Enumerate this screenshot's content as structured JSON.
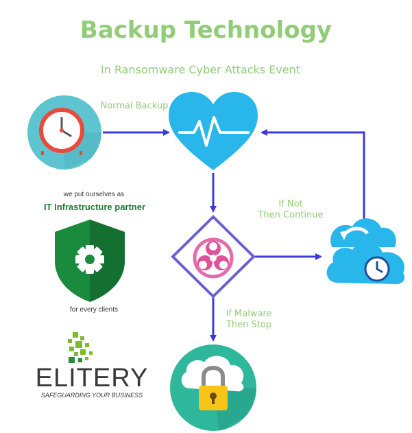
{
  "title": "Backup Technology",
  "subtitle": "In Ransomware Cyber Attacks Event",
  "flow": {
    "normal_backup_label": "Normal Backup",
    "if_not_line1": "If Not",
    "if_not_line2": "Then Continue",
    "if_malware_line1": "If Malware",
    "if_malware_line2": "Then Stop"
  },
  "partner": {
    "intro": "we put ourselves as",
    "role": "IT Infrastructure partner",
    "outro": "for every clients"
  },
  "brand": {
    "name": "ELITERY",
    "tagline": "SAFEGUARDING YOUR BUSINESS"
  },
  "colors": {
    "title_green": "#90cd76",
    "arrow_blue": "#3b3bdb",
    "heart_blue": "#29b6ea",
    "clock_teal": "#5ec4cf",
    "lock_teal": "#2fb79c",
    "biohazard_pink": "#e0529a",
    "shield_green": "#1a8a3c"
  },
  "icons": [
    "clock-icon",
    "heart-pulse-icon",
    "biohazard-icon",
    "cloud-backup-icon",
    "cloud-lock-icon",
    "shield-gear-icon"
  ]
}
